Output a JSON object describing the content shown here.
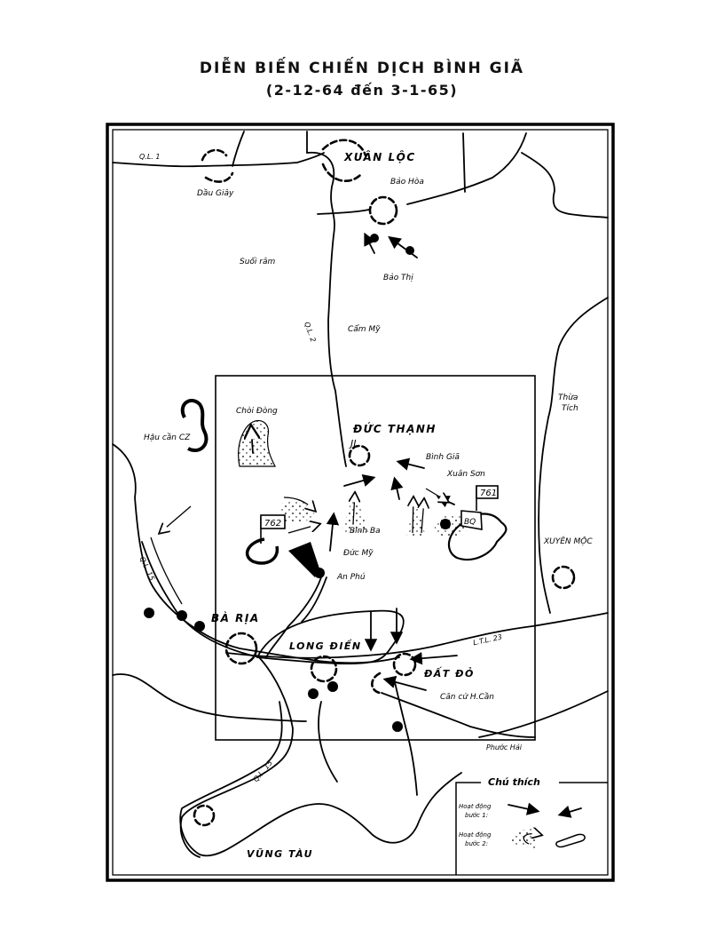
{
  "title": {
    "main": "DIỄN BIẾN CHIẾN DỊCH BÌNH GIÃ",
    "sub": "(2-12-64 đến 3-1-65)"
  },
  "map": {
    "towns": {
      "xuan_loc": "XUÂN LỘC",
      "duc_thanh": "ĐỨC THẠNH",
      "ba_ria": "BÀ RỊA",
      "long_dien": "LONG ĐIỀN",
      "dat_do": "ĐẤT ĐỎ",
      "vung_tau": "VŨNG TÀU",
      "xuyen_moc": "XUYÊN MỘC"
    },
    "places": {
      "dau_giay": "Dầu Giây",
      "bao_hoa": "Bảo Hòa",
      "bao_thi": "Bảo Thị",
      "suoi_ram": "Suối râm",
      "cam_my": "Cẩm Mỹ",
      "thua_tich": [
        "Thừa",
        "Tích"
      ],
      "hau_can_cz": "Hậu cần CZ",
      "choi_dong": "Chòi Đòng",
      "binh_gia": "Bình Giã",
      "xuan_son": "Xuân Sơn",
      "binh_ba": "Bình Ba",
      "duc_my": "Đức Mỹ",
      "an_phu": "An Phú",
      "can_cu": "Căn cứ H.Cần",
      "phuoc_hai": "Phước Hải"
    },
    "roads": {
      "ql1": "Q.L. 1",
      "ql15_north": "Q.L. 15",
      "ql15_south": "Q.L. 15",
      "ql2": "Q.L. 2",
      "ltl23": "L.T.L. 23"
    },
    "units": {
      "regiment_762": "762",
      "regiment_761": "761",
      "flag_bq": "BQ",
      "marker_jl": "JL"
    },
    "legend": {
      "title": "Chú thích",
      "row1_label": [
        "Hoạt động",
        "bước 1:"
      ],
      "row2_label": [
        "Hoạt động",
        "bước 2:"
      ]
    }
  }
}
